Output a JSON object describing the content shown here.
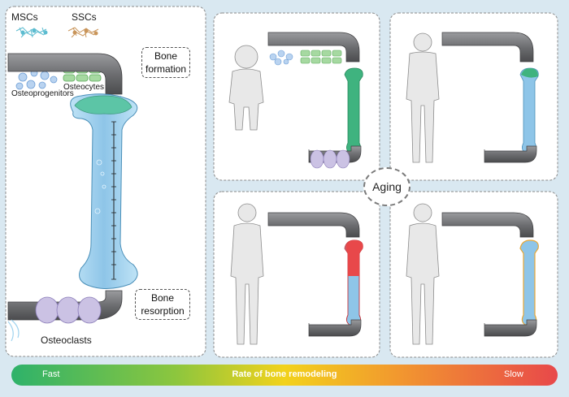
{
  "labels": {
    "mscs": "MSCs",
    "sscs": "SSCs",
    "osteocytes": "Osteocytes",
    "osteoprogenitors": "Osteoprogenitors",
    "bone_formation": "Bone formation",
    "bone_resorption": "Bone resorption",
    "osteoclasts": "Osteoclasts",
    "aging": "Aging"
  },
  "scale_bar": {
    "fast": "Fast",
    "title": "Rate of bone remodeling",
    "slow": "Slow"
  },
  "colors": {
    "background": "#d9e8f1",
    "bone_young": "#3fb37f",
    "bone_adult": "#8ec5e8",
    "bone_old": "#e8484a",
    "bone_middle_outline": "#e8a735",
    "pipe": "#6d6e71",
    "msc": "#7fd0dc",
    "ssc": "#d9a86a",
    "osteocyte": "#9ed49a",
    "progenitor": "#8fb7e6",
    "osteoclast": "#a89ac9",
    "gradient": [
      "#2eb26a",
      "#8cc63e",
      "#f2d21b",
      "#f29a2e",
      "#e8484a"
    ]
  },
  "panels": [
    {
      "stage": "infant",
      "bone_color": "young"
    },
    {
      "stage": "adolescent",
      "bone_color": "adult"
    },
    {
      "stage": "elderly",
      "bone_color": "old"
    },
    {
      "stage": "adult",
      "bone_color": "middle"
    }
  ]
}
